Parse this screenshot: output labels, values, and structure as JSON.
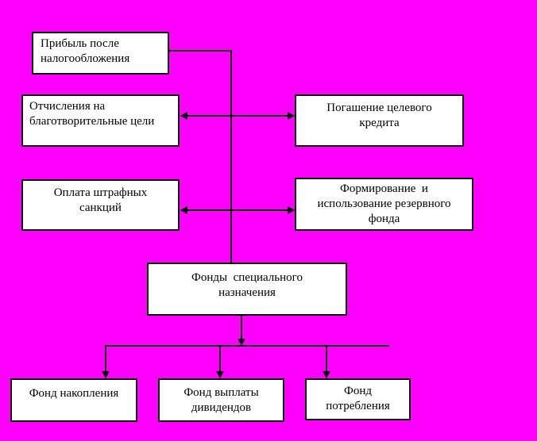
{
  "colors": {
    "background": "#FF00FF",
    "box_fill": "#FFFFFF",
    "line": "#000000",
    "text": "#000000"
  },
  "nodes": {
    "profit_after_tax": {
      "text": "Прибыль после\nналогообложения"
    },
    "charity_deductions": {
      "text": "Отчисления на\nблаготворительные цели"
    },
    "penalty_payments": {
      "text": "Оплата штрафных\nсанкций"
    },
    "loan_repayment": {
      "text": "Погашение целевого\nкредита"
    },
    "reserve_fund": {
      "text": "Формирование  и\nиспользование резервного\nфонда"
    },
    "special_purpose_funds": {
      "text": "Фонды  специального\nназначения"
    },
    "accumulation_fund": {
      "text": "Фонд накопления"
    },
    "dividend_payment_fund": {
      "text": "Фонд выплаты\nдивидендов"
    },
    "consumption_fund": {
      "text": "Фонд\nпотребления"
    }
  }
}
